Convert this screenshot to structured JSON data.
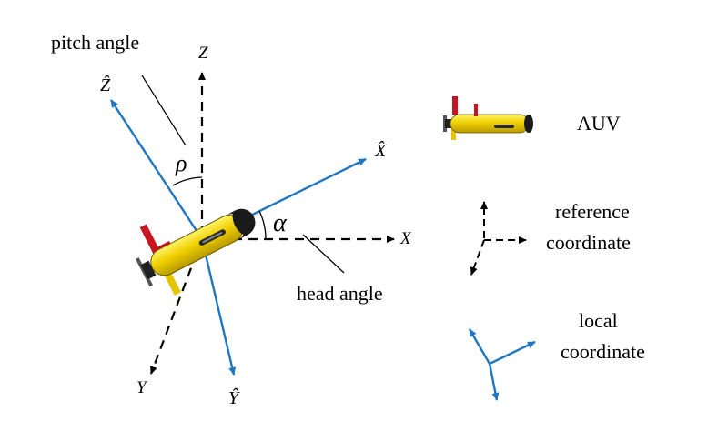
{
  "labels": {
    "pitch_angle": "pitch angle",
    "head_angle": "head angle",
    "z_axis": "Z",
    "x_axis": "X",
    "y_axis": "Y",
    "z_hat": "Ẑ",
    "x_hat": "X̂",
    "y_hat": "Ŷ",
    "rho": "ρ",
    "alpha": "α"
  },
  "legend": {
    "auv": "AUV",
    "reference_line1": "reference",
    "reference_line2": "coordinate",
    "local_line1": "local",
    "local_line2": "coordinate"
  },
  "colors": {
    "local_axis": "#1f77c4",
    "reference_axis": "#000000",
    "auv_body": "#f0d000",
    "auv_fin": "#c8141e"
  }
}
